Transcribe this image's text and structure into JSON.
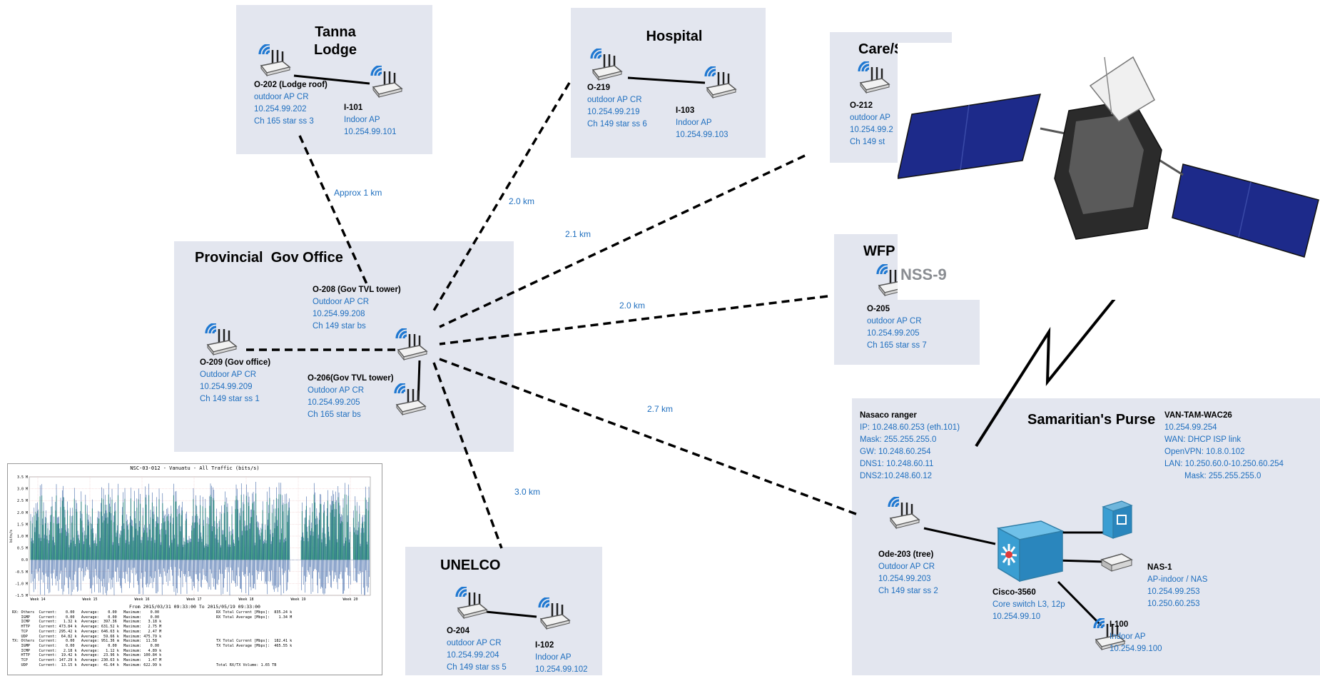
{
  "sites": {
    "tanna": {
      "title_line1": "Tanna",
      "title_line2": "Lodge",
      "node1": {
        "name": "O-202  (Lodge roof)",
        "l1": "outdoor AP CR",
        "l2": "10.254.99.202",
        "l3": "Ch 165 star ss 3"
      },
      "node2": {
        "name": "I-101",
        "l1": "Indoor AP",
        "l2": "10.254.99.101"
      }
    },
    "hospital": {
      "title": "Hospital",
      "node1": {
        "name": "O-219",
        "l1": "outdoor AP CR",
        "l2": "10.254.99.219",
        "l3": "Ch 149 star ss 6"
      },
      "node2": {
        "name": "I-103",
        "l1": "Indoor AP",
        "l2": "10.254.99.103"
      }
    },
    "care": {
      "title": "Care/Sh",
      "node1": {
        "name": "O-212",
        "l1": "outdoor AP",
        "l2": "10.254.99.2",
        "l3": "Ch 149 st"
      }
    },
    "wfp": {
      "title": "WFP",
      "node1": {
        "name": "O-205",
        "l1": "outdoor AP CR",
        "l2": "10.254.99.205",
        "l3": "Ch 165 star ss 7"
      }
    },
    "provincial": {
      "title": "Provincial  Gov Office",
      "node208": {
        "name": "O-208  (Gov TVL tower)",
        "l1": "Outdoor AP CR",
        "l2": "10.254.99.208",
        "l3": "Ch 149 star bs"
      },
      "node209": {
        "name": "O-209  (Gov office)",
        "l1": "Outdoor AP CR",
        "l2": "10.254.99.209",
        "l3": "Ch 149 star ss 1"
      },
      "node206": {
        "name": "O-206(Gov TVL tower)",
        "l1": "Outdoor AP CR",
        "l2": "10.254.99.205",
        "l3": "Ch 165 star bs"
      }
    },
    "unelco": {
      "title": "UNELCO",
      "node1": {
        "name": "O-204",
        "l1": "outdoor AP CR",
        "l2": "10.254.99.204",
        "l3": "Ch 149 star ss 5"
      },
      "node2": {
        "name": "I-102",
        "l1": "Indoor AP",
        "l2": "10.254.99.102"
      }
    },
    "samaritan": {
      "title": "Samaritian's Purse",
      "nasaco": {
        "name": "Nasaco ranger",
        "l1": "IP: 10.248.60.253 (eth.101)",
        "l2": "Mask: 255.255.255.0",
        "l3": "GW: 10.248.60.254",
        "l4": "DNS1: 10.248.60.11",
        "l5": "DNS2:10.248.60.12"
      },
      "van": {
        "name": "VAN-TAM-WAC26",
        "l1": "10.254.99.254",
        "l2": "WAN: DHCP ISP link",
        "l3": "OpenVPN: 10.8.0.102",
        "l4": "LAN: 10.250.60.0-10.250.60.254",
        "l5": "Mask: 255.255.255.0"
      },
      "ode203": {
        "name": "Ode-203  (tree)",
        "l1": "Outdoor AP CR",
        "l2": "10.254.99.203",
        "l3": "Ch 149 star ss 2"
      },
      "cisco": {
        "name": "Cisco-3560",
        "l1": "Core switch L3, 12p",
        "l2": "10.254.99.10"
      },
      "nas": {
        "name": "NAS-1",
        "l1": "AP-indoor / NAS",
        "l2": "10.254.99.253",
        "l3": "10.250.60.253"
      },
      "i100": {
        "name": "I-100",
        "l1": "Indoor AP",
        "l2": "10.254.99.100"
      }
    }
  },
  "distances": {
    "approx1": "Approx 1 km",
    "hospital": "2.0 km",
    "care": "2.1 km",
    "wfp": "2.0 km",
    "samaritan": "2.7 km",
    "unelco": "3.0 km"
  },
  "satellite_label": "NSS-9",
  "graph": {
    "title": "NSC-03-012 - Vanuatu - All Traffic (bits/s)",
    "y_ticks": [
      "3.5 M",
      "3.0 M",
      "2.5 M",
      "2.0 M",
      "1.5 M",
      "1.0 M",
      "0.5 M",
      "0.0",
      "-0.5 M",
      "-1.0 M",
      "-1.5 M"
    ],
    "y_unit": "bits/s",
    "x_ticks": [
      "Week 14",
      "Week 15",
      "Week 16",
      "Week 17",
      "Week 18",
      "Week 19",
      "Week 20"
    ],
    "subtitle": "From 2015/03/31 09:33:00 To 2015/05/19 09:33:00",
    "legend_left": "RX: Others  Current:    0.00   Average:    0.00   Maximum:    0.00\n    IGMP    Current:    0.00   Average:    0.00   Maximum:    0.00\n    ICMP    Current:   1.32 k  Average:  397.36   Maximum:   3.18 k\n    HTTP    Current: 473.84 k  Average: 631.52 k  Maximum:   2.75 M\n    TCP     Current: 295.42 k  Average: 646.63 k  Maximum:   2.47 M\n    UDP     Current:  64.82 k  Average:  59.66 k  Maximum: 475.79 k\nTX: Others  Current:    0.00   Average: 951.36 m  Maximum:  11.58\n    IGMP    Current:    0.00   Average:    0.00   Maximum:    0.00\n    ICMP    Current:   2.18 k  Average:   1.12 k  Maximum:   4.89 k\n    HTTP    Current:  19.42 k  Average:  23.96 k  Maximum: 100.84 k\n    TCP     Current: 147.29 k  Average: 230.63 k  Maximum:   1.47 M\n    UDP     Current:  13.15 k  Average:  41.64 k  Maximum: 622.99 k",
    "legend_right": "RX Total Current [Mbps]:  835.24 k\nRX Total Average [Mbps]:    1.34 M\n\n\n\n\nTX Total Current [Mbps]:  182.41 k\nTX Total Average [Mbps]:  465.55 k\n\n\n\nTotal RX/TX Volume: 1.65 TB",
    "colors": {
      "rx": "#3cb371",
      "tx": "#1f4e99"
    }
  },
  "colors": {
    "box": "#e3e6ef",
    "link_text": "#1f6fbf",
    "wifi": "#1f78d1"
  }
}
